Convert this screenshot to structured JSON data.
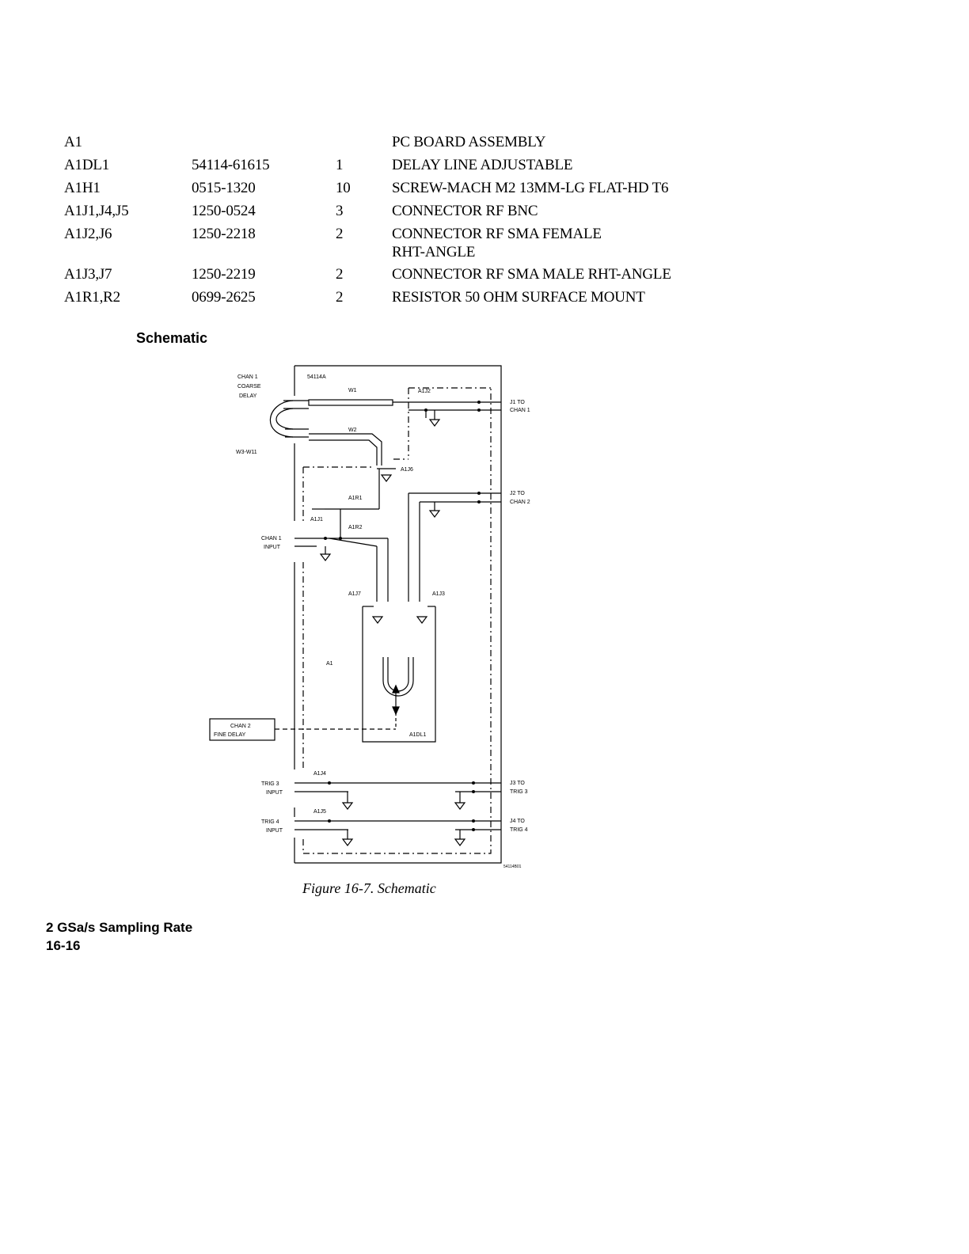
{
  "parts_list": [
    {
      "ref": "A1",
      "part_number": "",
      "qty": "",
      "description": [
        "PC BOARD ASSEMBLY"
      ]
    },
    {
      "ref": "A1DL1",
      "part_number": "54114-61615",
      "qty": "1",
      "description": [
        "DELAY LINE ADJUSTABLE"
      ]
    },
    {
      "ref": "A1H1",
      "part_number": "0515-1320",
      "qty": "10",
      "description": [
        "SCREW-MACH M2 13MM-LG FLAT-HD T6"
      ]
    },
    {
      "ref": "A1J1,J4,J5",
      "part_number": "1250-0524",
      "qty": "3",
      "description": [
        "CONNECTOR RF BNC"
      ]
    },
    {
      "ref": "A1J2,J6",
      "part_number": "1250-2218",
      "qty": "2",
      "description": [
        "CONNECTOR RF SMA FEMALE",
        "RHT-ANGLE"
      ]
    },
    {
      "ref": "A1J3,J7",
      "part_number": "1250-2219",
      "qty": "2",
      "description": [
        "CONNECTOR RF SMA MALE RHT-ANGLE"
      ]
    },
    {
      "ref": "A1R1,R2",
      "part_number": "0699-2625",
      "qty": "2",
      "description": [
        "RESISTOR 50 OHM SURFACE MOUNT"
      ]
    }
  ],
  "section_title": "Schematic",
  "schematic": {
    "model": "54114A",
    "chan1_coarse_delay": [
      "CHAN 1",
      "COARSE",
      "DELAY"
    ],
    "w1": "W1",
    "w2": "W2",
    "w3_w11": "W3-W11",
    "a1j2": "A1J2",
    "a1j6": "A1J6",
    "a1r1": "A1R1",
    "a1r2": "A1R2",
    "a1j1": "A1J1",
    "chan1_input": [
      "CHAN 1",
      "INPUT"
    ],
    "a1j7": "A1J7",
    "a1j3": "A1J3",
    "a1": "A1",
    "chan2_fine_delay": [
      "CHAN 2",
      "FINE DELAY"
    ],
    "a1dl1": "A1DL1",
    "a1j4": "A1J4",
    "a1j5": "A1J5",
    "trig3_input": [
      "TRIG 3",
      "INPUT"
    ],
    "trig4_input": [
      "TRIG 4",
      "INPUT"
    ],
    "j1_to": [
      "J1 TO",
      "CHAN 1"
    ],
    "j2_to": [
      "J2 TO",
      "CHAN 2"
    ],
    "j3_to": [
      "J3 TO",
      "TRIG 3"
    ],
    "j4_to": [
      "J4 TO",
      "TRIG 4"
    ],
    "drawing_number": "54114B01"
  },
  "caption": "Figure 16-7. Schematic",
  "footer": {
    "line1": "2 GSa/s Sampling Rate",
    "line2": "16-16"
  }
}
